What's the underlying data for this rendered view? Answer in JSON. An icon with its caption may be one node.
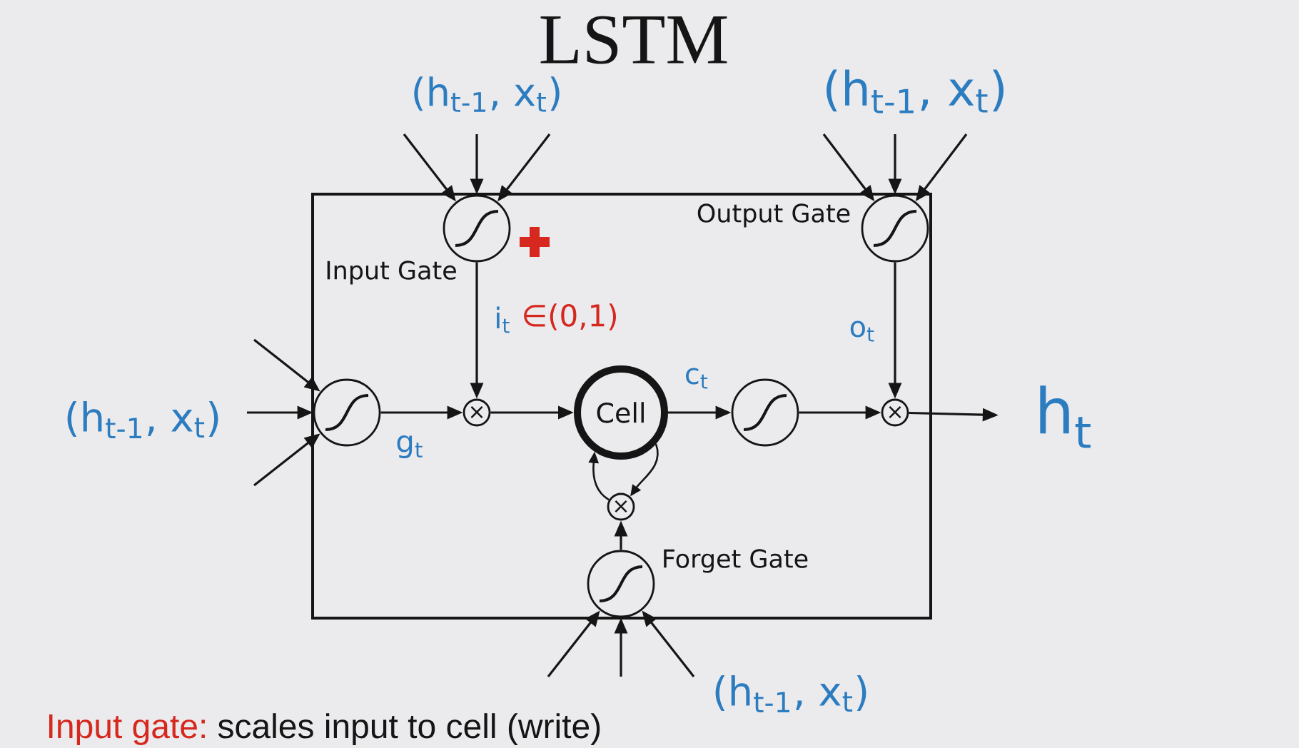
{
  "diagram": {
    "title": "LSTM",
    "nodes": [
      {
        "text": [],
        "shape": "box"
      },
      {
        "text": [],
        "shape": "circle",
        "beside": [
          "Input Gate"
        ],
        "in": 0
      },
      {
        "text": [],
        "shape": "circle",
        "beside": [
          "Output Gate"
        ],
        "in": 0
      },
      {
        "text": [],
        "shape": "circle",
        "in": 0
      },
      {
        "text": [
          "×"
        ],
        "in": 0
      },
      {
        "text": [
          "Cell"
        ],
        "in": 0
      },
      {
        "text": [],
        "shape": "circle",
        "in": 0
      },
      {
        "text": [
          "×"
        ],
        "in": 0
      },
      {
        "text": [
          "h$_{t}$"
        ]
      },
      {
        "text": [
          "×"
        ],
        "in": 0
      },
      {
        "text": [],
        "shape": "circle",
        "beside": [
          "Forget Gate"
        ],
        "in": 0
      }
    ],
    "edges": [
      {
        "from": 1,
        "to": 4,
        "arrow": "to",
        "label": "i$_{t}$"
      },
      {
        "from": 3,
        "to": 4,
        "arrow": "to",
        "label": "g$_{t}$"
      },
      {
        "from": 4,
        "to": 5,
        "arrow": "to"
      },
      {
        "from": 5,
        "to": 6,
        "arrow": "to",
        "label": "c$_{t}$"
      },
      {
        "from": 6,
        "to": 7,
        "arrow": "to"
      },
      {
        "from": 2,
        "to": 7,
        "arrow": "to",
        "label": "o$_{t}$"
      },
      {
        "from": 7,
        "to": 8,
        "arrow": "to"
      },
      {
        "from": 5,
        "to": 9,
        "arrow": "to"
      },
      {
        "from": 9,
        "to": 5,
        "arrow": "to"
      },
      {
        "from": 10,
        "to": 9,
        "arrow": "to"
      },
      {
        "from": null,
        "to": 1,
        "arrow": "to"
      },
      {
        "from": null,
        "to": 1,
        "arrow": "to"
      },
      {
        "from": null,
        "to": 1,
        "arrow": "to"
      },
      {
        "from": null,
        "to": 2,
        "arrow": "to"
      },
      {
        "from": null,
        "to": 2,
        "arrow": "to"
      },
      {
        "from": null,
        "to": 2,
        "arrow": "to"
      },
      {
        "from": null,
        "to": 3,
        "arrow": "to"
      },
      {
        "from": null,
        "to": 3,
        "arrow": "to"
      },
      {
        "from": null,
        "to": 3,
        "arrow": "to"
      },
      {
        "from": null,
        "to": 10,
        "arrow": "to"
      },
      {
        "from": null,
        "to": 10,
        "arrow": "to"
      },
      {
        "from": null,
        "to": 10,
        "arrow": "to"
      }
    ],
    "labels": [
      "(h$_{t-1}$, x$_{t}$)",
      "(h$_{t-1}$, x$_{t}$)",
      "∈(0,1)",
      "(h$_{t-1}$, x$_{t}$)",
      "(h$_{t-1}$, x$_{t}$)",
      "Input gate:",
      "scales input to cell (write)"
    ]
  }
}
